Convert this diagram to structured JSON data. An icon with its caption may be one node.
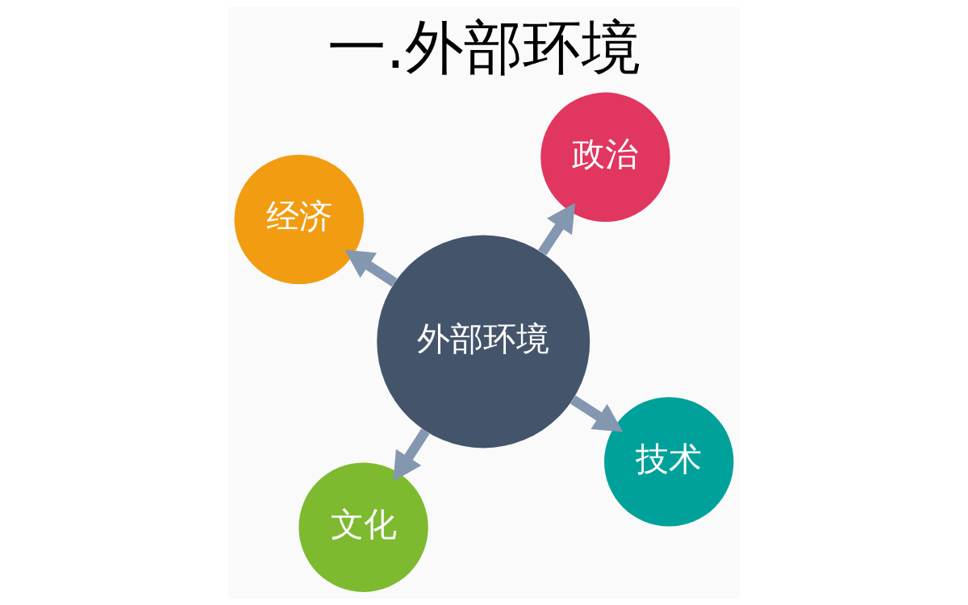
{
  "diagram": {
    "title": "一.外部环境",
    "nodes": [
      {
        "text": [
          "外部环境"
        ]
      },
      {
        "text": [
          "技术"
        ]
      },
      {
        "text": [
          "文化"
        ]
      },
      {
        "text": [
          "经济"
        ]
      },
      {
        "text": [
          "政治"
        ]
      }
    ],
    "edges": [
      {
        "from": 0,
        "to": 1,
        "arrow": "to"
      },
      {
        "from": 0,
        "to": 2,
        "arrow": "to"
      },
      {
        "from": 0,
        "to": 3,
        "arrow": "to"
      },
      {
        "from": 0,
        "to": 4,
        "arrow": "to"
      }
    ]
  }
}
